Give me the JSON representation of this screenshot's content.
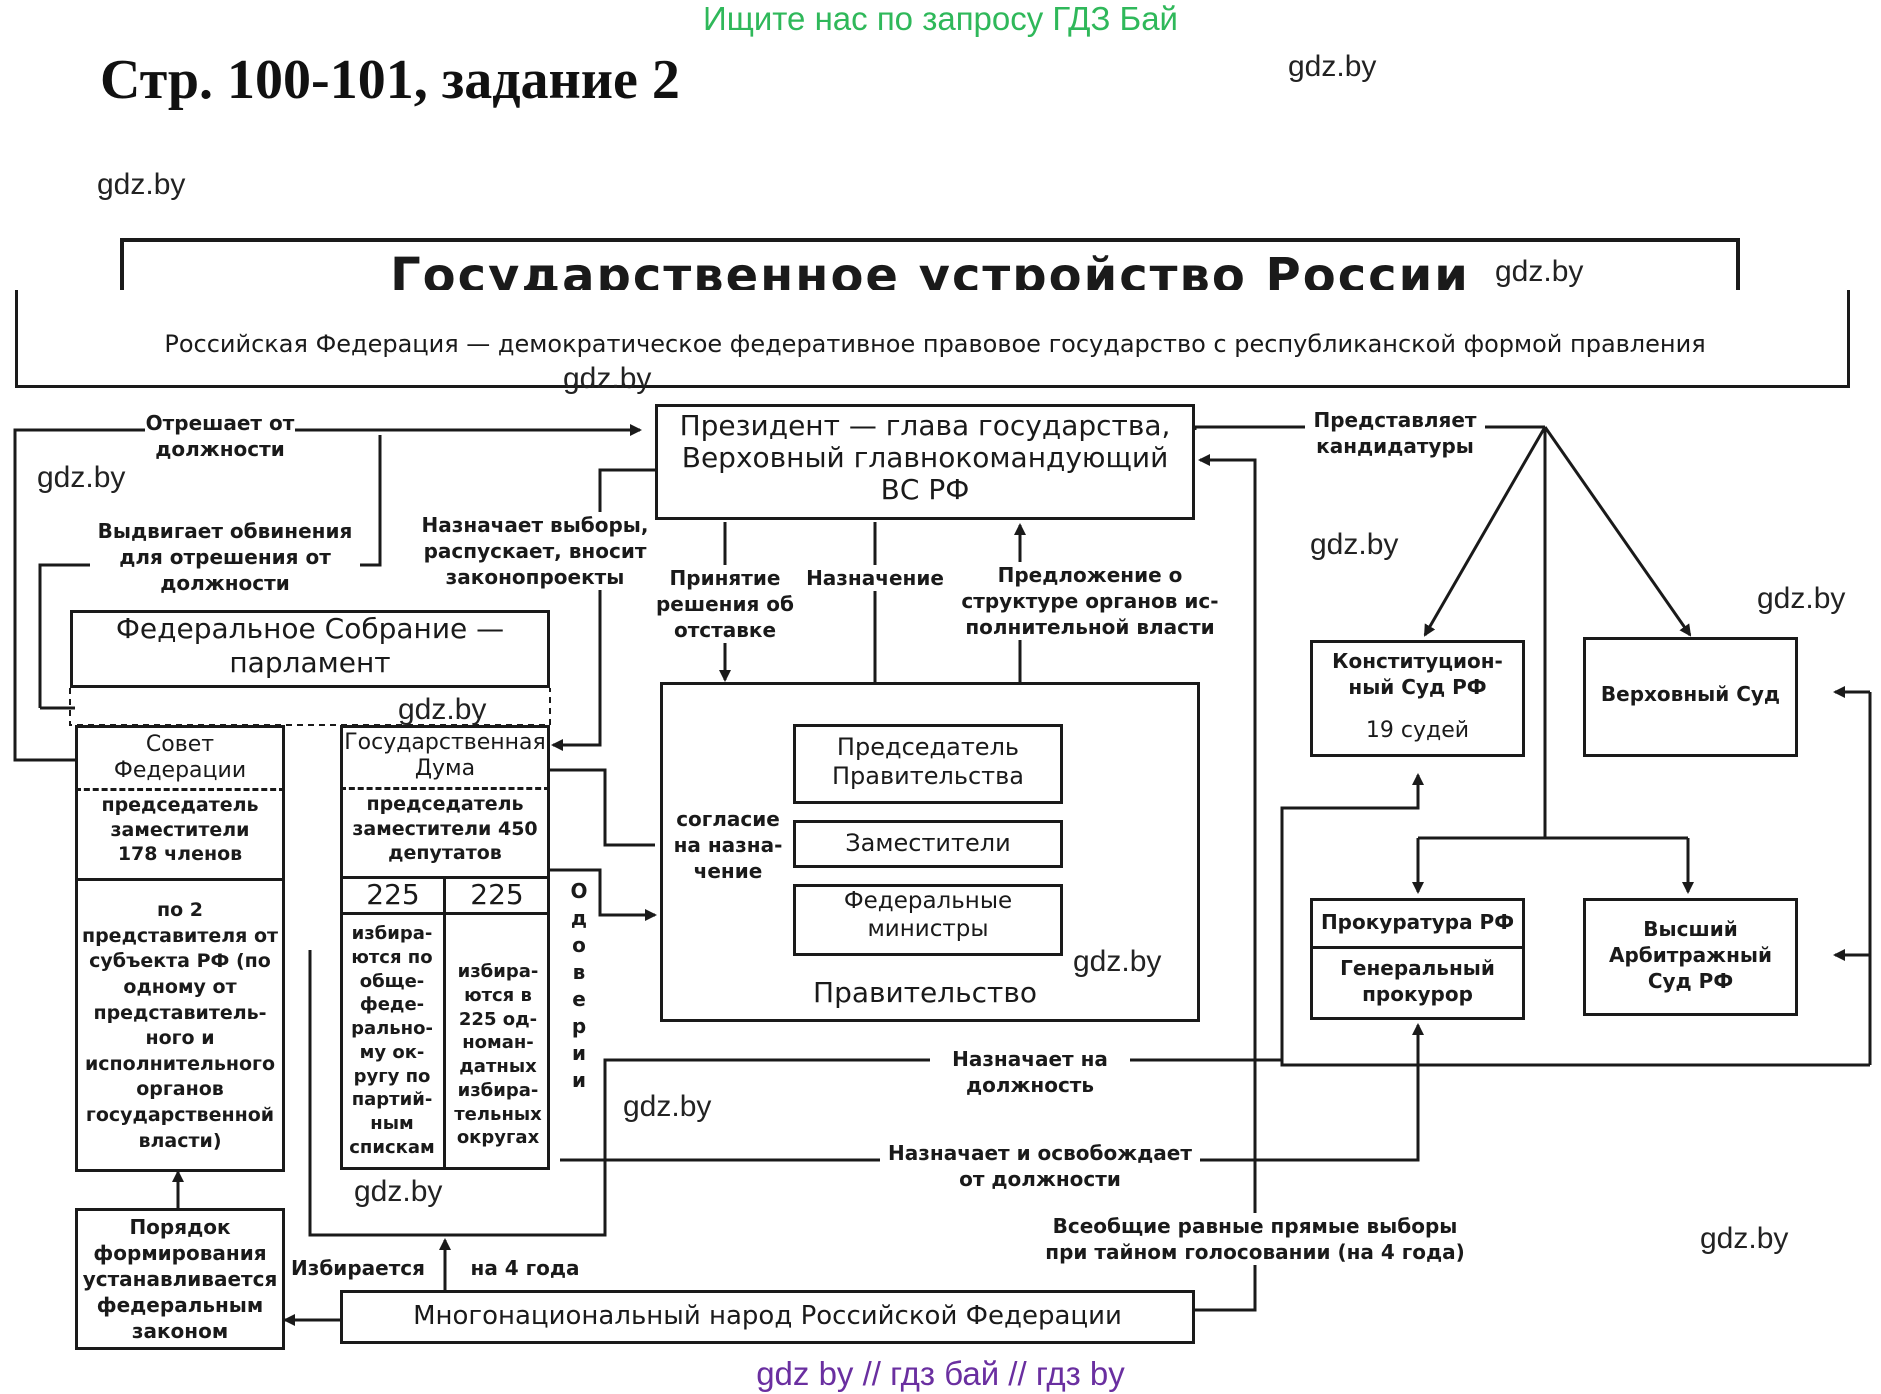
{
  "banner": "Ищите нас по запросу ГДЗ Бай",
  "heading": "Стр. 100-101, задание 2",
  "watermark": "gdz.by",
  "footer": "gdz by  //  гдз бай  //  гдз by",
  "diagram": {
    "title": "Государственное устройство России",
    "subtitle": "Российская Федерация — демократическое федеративное правовое государство с республиканской формой правления",
    "president": "Президент — глава государства, Верховный главнокомандующий ВС РФ",
    "federal_assembly": "Федеральное Собрание — парламент",
    "federation_council": {
      "name": "Совет Федерации",
      "leadership": "председатель заместители 178 членов",
      "composition": "по 2 представителя от субъекта РФ (по одному от представитель- ного и исполнительного органов государственной власти)"
    },
    "state_duma": {
      "name": "Государственная Дума",
      "leadership": "председатель заместители 450 депутатов",
      "split_left": "225",
      "split_right": "225",
      "left_desc": "избира- ются по обще- феде- рально- му ок- ругу по партий- ным спискам",
      "right_desc": "избира- ются в 225 од- номан- датных избира- тельных округах"
    },
    "government": {
      "name": "Правительство",
      "chair": "Председатель Правительства",
      "deputies": "Заместители",
      "ministers": "Федеральные министры"
    },
    "constitutional_court": {
      "name": "Конституцион- ный Суд РФ",
      "judges": "19 судей"
    },
    "supreme_court": "Верховный Суд",
    "prosecutor": {
      "name": "Прокуратура РФ",
      "head": "Генеральный прокурор"
    },
    "arbitration_court": "Высший Арбитражный Суд РФ",
    "formation_order": "Порядок формирования устанавливается федеральным законом",
    "people": "Многонациональный народ Российской Федерации",
    "labels": {
      "remove_from_office": "Отрешает от должности",
      "accuse": "Выдвигает обвинения для отрешения от должности",
      "calls_elections": "Назначает выборы, распускает, вносит законопроекты",
      "resignation": "Принятие решения об отставке",
      "appointment": "Назначение",
      "structure_proposal": "Предложение о структуре органов ис- полнительной власти",
      "presents_candidates": "Представляет кандидатуры",
      "consent": "согласие на назна- чение",
      "confidence": "О д о в е р и и",
      "appoints_to_office": "Назначает на должность",
      "appoints_dismisses": "Назначает и освобождает от должности",
      "general_elections": "Всеобщие равные прямые выборы при тайном голосовании (на 4 года)",
      "elected": "Избирается",
      "four_years": "на 4 года"
    }
  }
}
